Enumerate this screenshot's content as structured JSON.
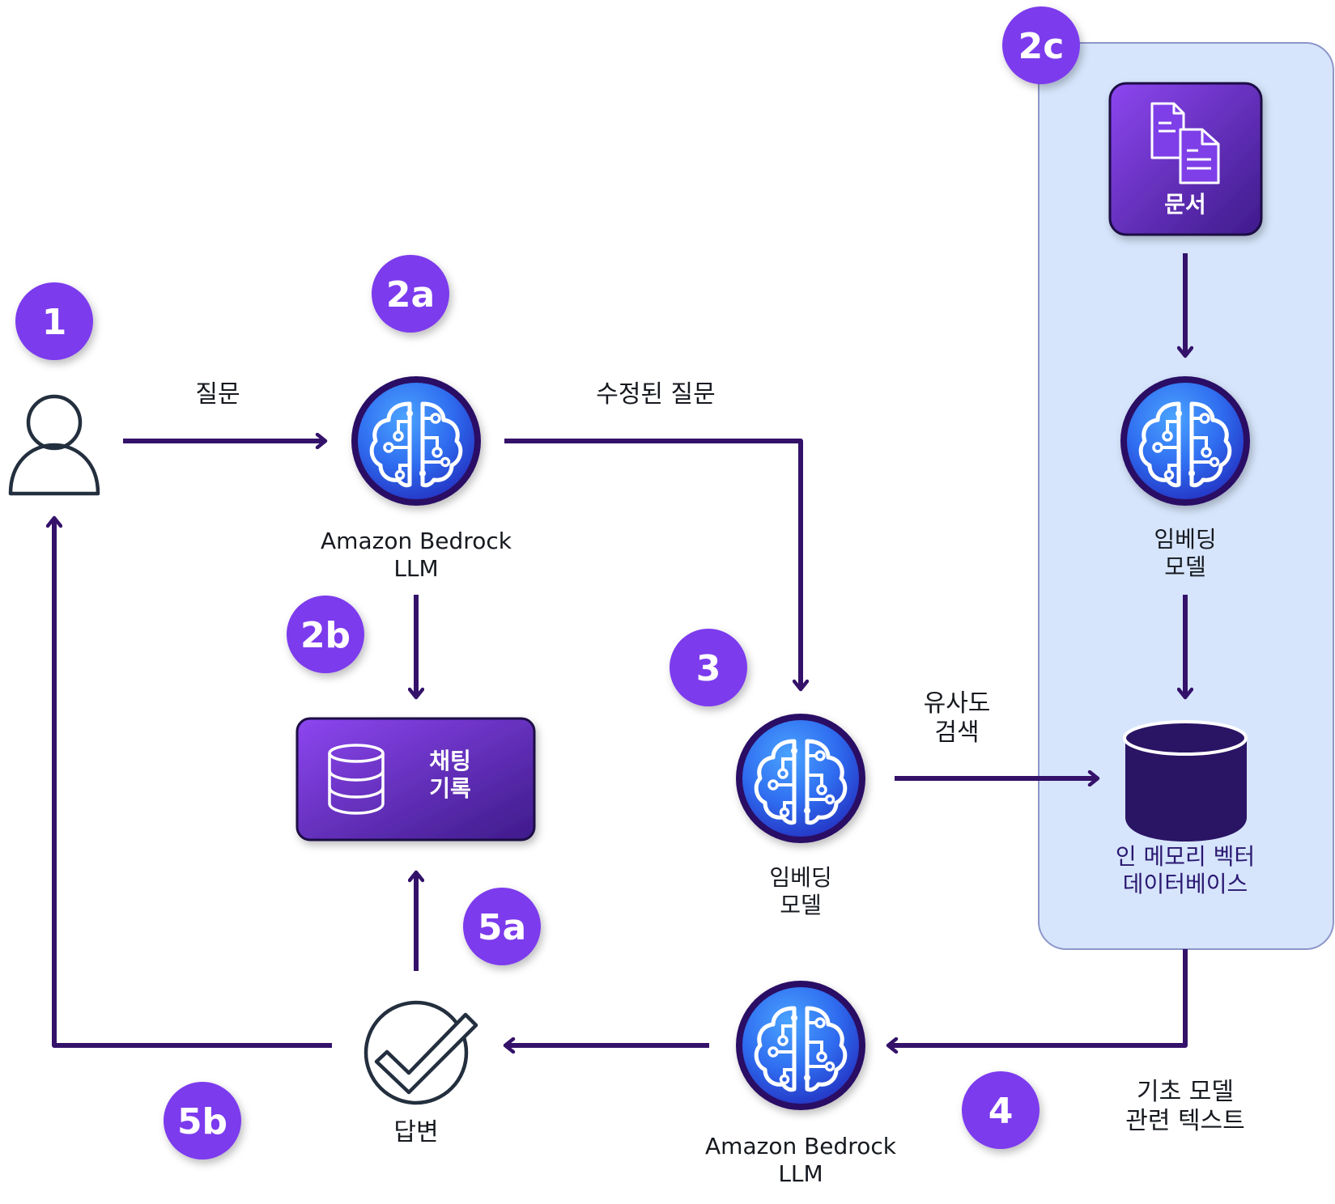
{
  "badges": {
    "b1": "1",
    "b2a": "2a",
    "b2b": "2b",
    "b2c": "2c",
    "b3": "3",
    "b4": "4",
    "b5a": "5a",
    "b5b": "5b"
  },
  "labels": {
    "question": "질문",
    "rewritten_question": "수정된 질문",
    "llm_top_line1": "Amazon Bedrock",
    "llm_top_line2": "LLM",
    "chat_history_line1": "채팅",
    "chat_history_line2": "기록",
    "embed_mid_line1": "임베딩",
    "embed_mid_line2": "모델",
    "similarity_line1": "유사도",
    "similarity_line2": "검색",
    "documents": "문서",
    "embed_right_line1": "임베딩",
    "embed_right_line2": "모델",
    "vectordb_line1": "인 메모리 벡터",
    "vectordb_line2": "데이터베이스",
    "llm_bottom_line1": "Amazon Bedrock",
    "llm_bottom_line2": "LLM",
    "context_line1": "기초 모델",
    "context_line2": "관련 텍스트",
    "answer": "답변"
  },
  "colors": {
    "badge": "#7c3aed",
    "arrow": "#34126a",
    "panel_fill": "#d6e5fc",
    "panel_stroke": "#8d96c8",
    "service_outer": "#2b1165",
    "service_inner_top": "#3b8df0",
    "service_inner_bottom": "#2a3fd6",
    "box_top": "#8b43ee",
    "box_bottom": "#3f1a8c",
    "db": "#2a1464"
  },
  "icons": [
    "user-icon",
    "brain-icon",
    "database-icon",
    "documents-icon",
    "check-circle-icon",
    "cylinder-icon"
  ]
}
